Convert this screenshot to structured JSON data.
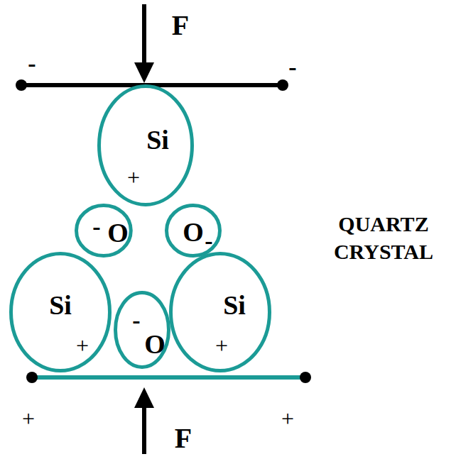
{
  "diagram": {
    "nodes": [
      {
        "text": [
          "Si",
          "+"
        ]
      },
      {
        "text": [
          "-",
          "O"
        ]
      },
      {
        "text": [
          "O",
          "-"
        ]
      },
      {
        "text": [
          "Si",
          "+"
        ]
      },
      {
        "text": [
          "-",
          "O"
        ]
      },
      {
        "text": [
          "Si",
          "+"
        ]
      }
    ],
    "labels": [
      "F",
      "-",
      "-",
      "+",
      "+",
      "F",
      "QUARTZ CRYSTAL"
    ]
  }
}
